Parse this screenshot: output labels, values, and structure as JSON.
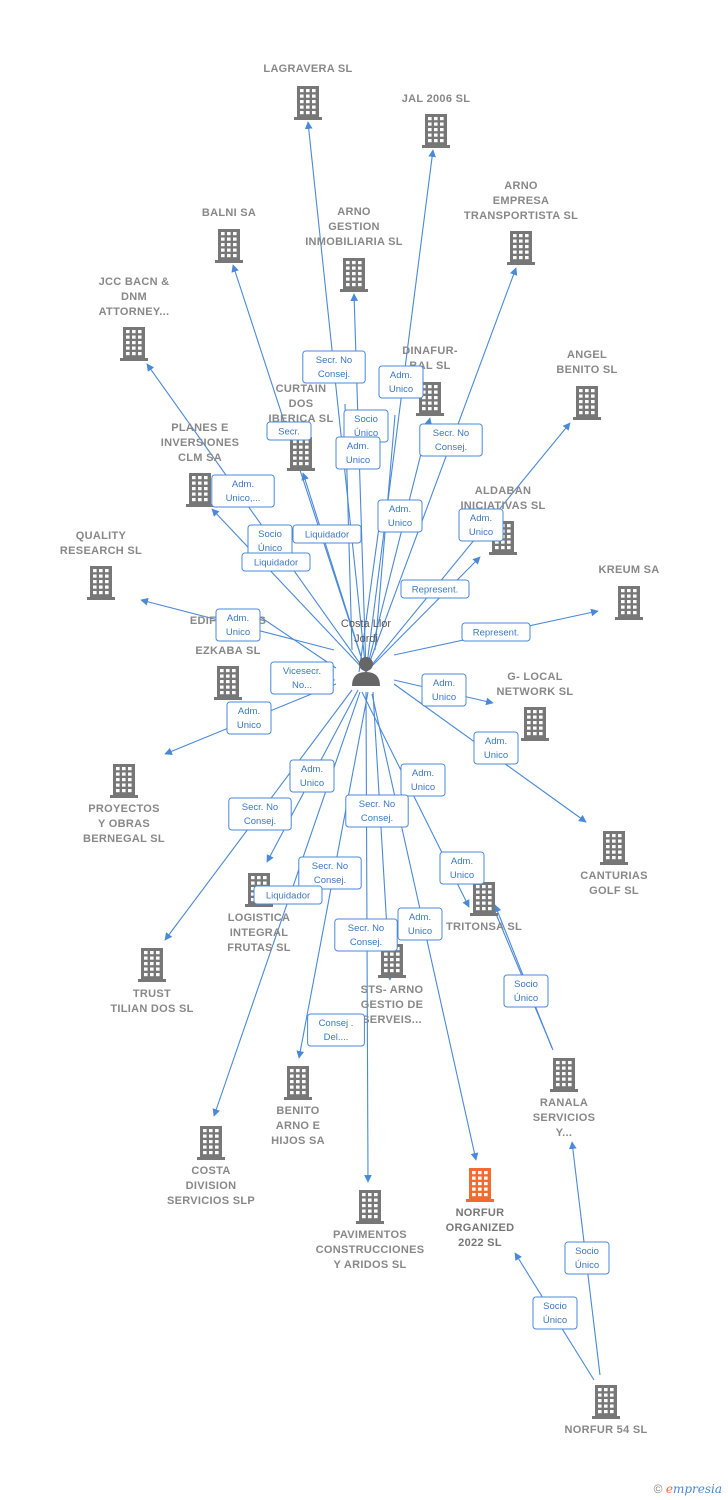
{
  "colors": {
    "building": "#777777",
    "highlight": "#f26a2e",
    "edge": "#4a89d8",
    "person": "#666666"
  },
  "center": {
    "name_lines": [
      "Costa Llor",
      "Jordi"
    ],
    "icon": "person-icon"
  },
  "companies": [
    {
      "id": "lagravera",
      "lines": [
        "LAGRAVERA SL"
      ],
      "highlight": false
    },
    {
      "id": "jal2006",
      "lines": [
        "JAL 2006  SL"
      ],
      "highlight": false
    },
    {
      "id": "arnoempresa",
      "lines": [
        "ARNO",
        "EMPRESA",
        "TRANSPORTISTA SL"
      ],
      "highlight": false
    },
    {
      "id": "balni",
      "lines": [
        "BALNI SA"
      ],
      "highlight": false
    },
    {
      "id": "arnogestion",
      "lines": [
        "ARNO",
        "GESTION",
        "INMOBILIARIA SL"
      ],
      "highlight": false
    },
    {
      "id": "jccbacn",
      "lines": [
        "JCC BACN &",
        "DNM",
        "ATTORNEY..."
      ],
      "highlight": false
    },
    {
      "id": "dinafur",
      "lines": [
        "DINAFUR-",
        "BAL  SL"
      ],
      "highlight": false
    },
    {
      "id": "angel",
      "lines": [
        "ANGEL",
        "BENITO SL"
      ],
      "highlight": false
    },
    {
      "id": "curtain",
      "lines": [
        "CURTAIN",
        "DOS",
        "IBERICA SL"
      ],
      "highlight": false
    },
    {
      "id": "planes",
      "lines": [
        "PLANES E",
        "INVERSIONES",
        "CLM SA"
      ],
      "highlight": false
    },
    {
      "id": "aldaban",
      "lines": [
        "ALDABAN",
        "INICIATIVAS SL"
      ],
      "highlight": false
    },
    {
      "id": "quality",
      "lines": [
        "QUALITY",
        "RESEARCH SL"
      ],
      "highlight": false
    },
    {
      "id": "kreum",
      "lines": [
        "KREUM SA"
      ],
      "highlight": false
    },
    {
      "id": "edificios",
      "lines": [
        "EDIFICIOS ES",
        "NOU",
        "EZKABA  SL"
      ],
      "highlight": false
    },
    {
      "id": "glocal",
      "lines": [
        "G- LOCAL",
        "NETWORK  SL"
      ],
      "highlight": false
    },
    {
      "id": "proyectos",
      "lines": [
        "PROYECTOS",
        "Y OBRAS",
        "BERNEGAL  SL"
      ],
      "highlight": false
    },
    {
      "id": "canturias",
      "lines": [
        "CANTURIAS",
        "GOLF SL"
      ],
      "highlight": false
    },
    {
      "id": "logistica",
      "lines": [
        "LOGISTICA",
        "INTEGRAL",
        "FRUTAS  SL"
      ],
      "highlight": false
    },
    {
      "id": "tritonsa",
      "lines": [
        "TRITONSA SL"
      ],
      "highlight": false
    },
    {
      "id": "trust",
      "lines": [
        "TRUST",
        "TILIAN DOS  SL"
      ],
      "highlight": false
    },
    {
      "id": "sts",
      "lines": [
        "STS- ARNO",
        "GESTIO DE",
        "SERVEIS..."
      ],
      "highlight": false
    },
    {
      "id": "ranala",
      "lines": [
        "RANALA",
        "SERVICIOS",
        "Y..."
      ],
      "highlight": false
    },
    {
      "id": "benito",
      "lines": [
        "BENITO",
        "ARNO E",
        "HIJOS SA"
      ],
      "highlight": false
    },
    {
      "id": "costadiv",
      "lines": [
        "COSTA",
        "DIVISION",
        "SERVICIOS SLP"
      ],
      "highlight": false
    },
    {
      "id": "norfurorg",
      "lines": [
        "NORFUR",
        "ORGANIZED",
        "2022  SL"
      ],
      "highlight": true
    },
    {
      "id": "pavimentos",
      "lines": [
        "PAVIMENTOS",
        "CONSTRUCCIONES",
        "Y ARIDOS  SL"
      ],
      "highlight": false
    },
    {
      "id": "norfur54",
      "lines": [
        "NORFUR 54  SL"
      ],
      "highlight": false
    }
  ],
  "relations": [
    {
      "id": "r1",
      "lines": [
        "Secr.  No",
        "Consej."
      ]
    },
    {
      "id": "r2",
      "lines": [
        "Adm.",
        "Unico"
      ]
    },
    {
      "id": "r3",
      "lines": [
        "Socio",
        "Único"
      ]
    },
    {
      "id": "r4",
      "lines": [
        "Adm.",
        "Unico"
      ]
    },
    {
      "id": "r5",
      "lines": [
        "Secr.  No",
        "Consej."
      ]
    },
    {
      "id": "r6",
      "lines": [
        "Secr."
      ]
    },
    {
      "id": "r7",
      "lines": [
        "Adm.",
        "Unico,..."
      ]
    },
    {
      "id": "r8",
      "lines": [
        "Adm.",
        "Unico"
      ]
    },
    {
      "id": "r9",
      "lines": [
        "Adm.",
        "Unico"
      ]
    },
    {
      "id": "r10",
      "lines": [
        "Socio",
        "Único"
      ]
    },
    {
      "id": "r11",
      "lines": [
        "Liquidador"
      ]
    },
    {
      "id": "r12",
      "lines": [
        "Liquidador"
      ]
    },
    {
      "id": "r13",
      "lines": [
        "Represent."
      ]
    },
    {
      "id": "r14",
      "lines": [
        "Adm.",
        "Unico"
      ]
    },
    {
      "id": "r15",
      "lines": [
        "Vicesecr.",
        "No..."
      ]
    },
    {
      "id": "r16",
      "lines": [
        "Adm.",
        "Unico"
      ]
    },
    {
      "id": "r17",
      "lines": [
        "Adm.",
        "Unico"
      ]
    },
    {
      "id": "r18",
      "lines": [
        "Adm.",
        "Unico"
      ]
    },
    {
      "id": "r19",
      "lines": [
        "Represent."
      ]
    },
    {
      "id": "r20",
      "lines": [
        "Adm.",
        "Unico"
      ]
    },
    {
      "id": "r21",
      "lines": [
        "Adm.",
        "Unico"
      ]
    },
    {
      "id": "r22",
      "lines": [
        "Secr.  No",
        "Consej."
      ]
    },
    {
      "id": "r23",
      "lines": [
        "Secr.  No",
        "Consej."
      ]
    },
    {
      "id": "r24",
      "lines": [
        "Adm.",
        "Unico"
      ]
    },
    {
      "id": "r25",
      "lines": [
        "Secr.  No",
        "Consej."
      ]
    },
    {
      "id": "r26",
      "lines": [
        "Liquidador"
      ]
    },
    {
      "id": "r27",
      "lines": [
        "Secr.  No",
        "Consej."
      ]
    },
    {
      "id": "r28",
      "lines": [
        "Adm.",
        "Unico"
      ]
    },
    {
      "id": "r29",
      "lines": [
        "Socio",
        "Único"
      ]
    },
    {
      "id": "r30",
      "lines": [
        "Consej .",
        "Del...."
      ]
    },
    {
      "id": "r31",
      "lines": [
        "Socio",
        "Único"
      ]
    },
    {
      "id": "r32",
      "lines": [
        "Socio",
        "Único"
      ]
    }
  ],
  "footer": {
    "copyright": "©",
    "brand_initial": "e",
    "brand_rest": "mpresia"
  }
}
